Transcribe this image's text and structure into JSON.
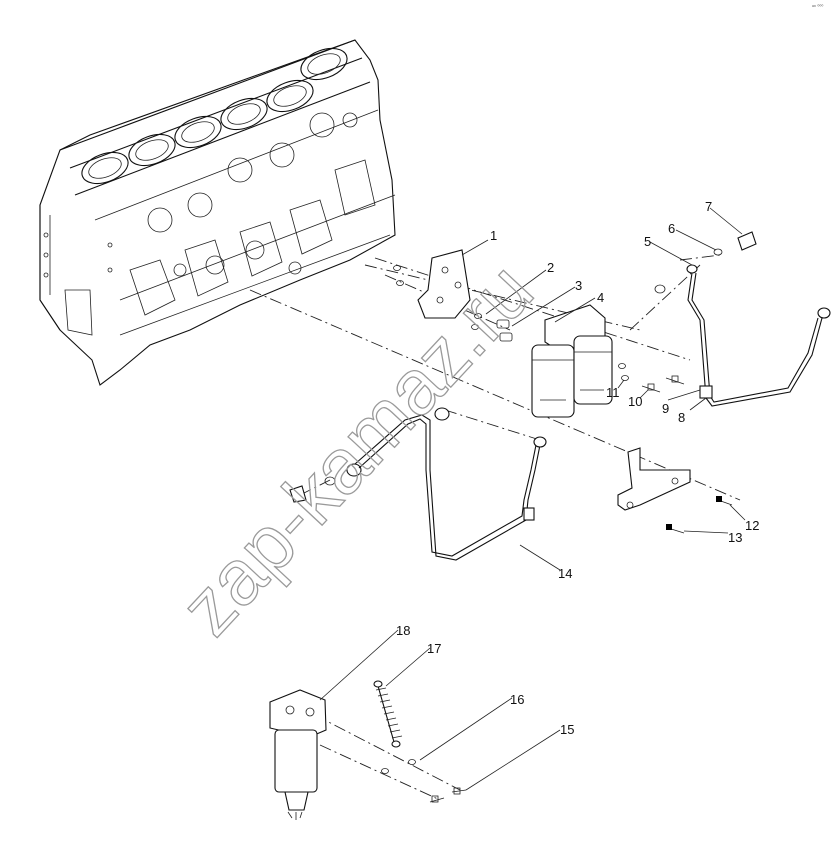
{
  "watermark": "zap-kamaz.ru",
  "corner_mark": "ᵃ⁸ ⁰⁰⁰",
  "callouts": [
    "1",
    "2",
    "3",
    "4",
    "5",
    "6",
    "7",
    "8",
    "9",
    "10",
    "11",
    "12",
    "13",
    "14",
    "15",
    "16",
    "17",
    "18"
  ]
}
